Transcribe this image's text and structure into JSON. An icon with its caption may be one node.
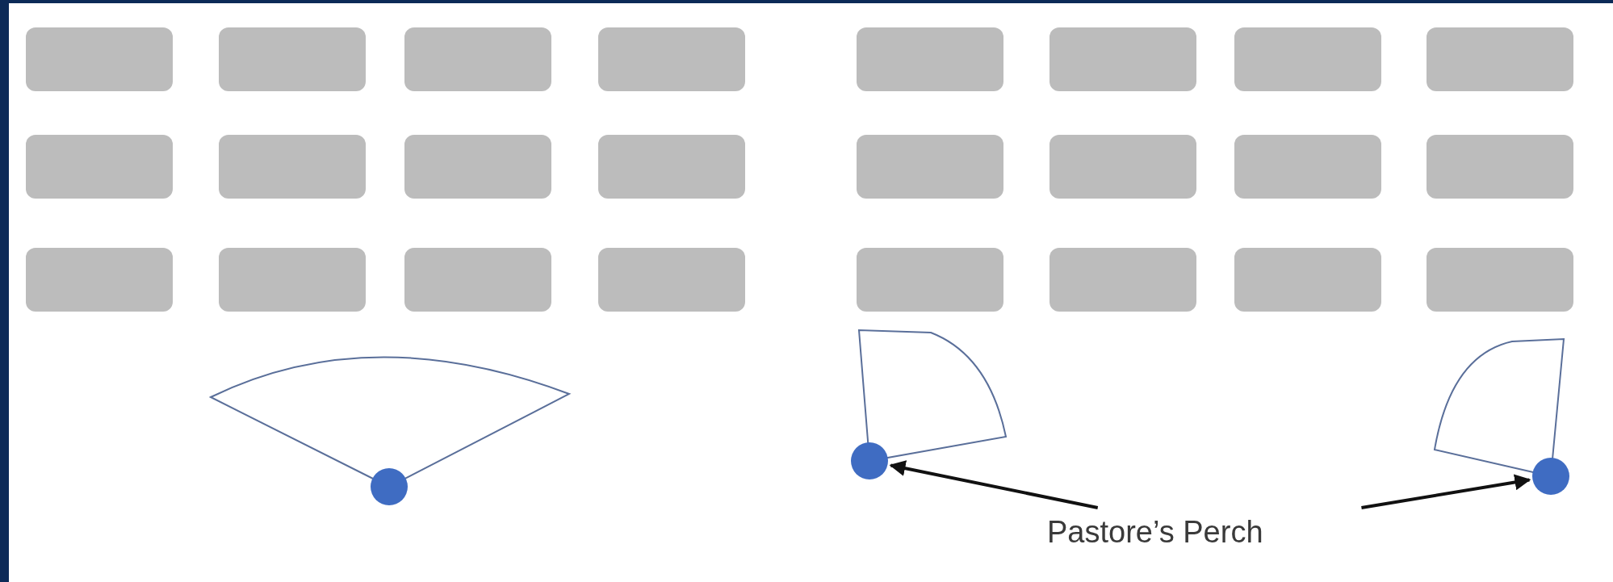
{
  "diagram": {
    "nodes": [
      {
        "text": [],
        "shape": "box"
      },
      {
        "text": [],
        "shape": "box"
      },
      {
        "text": [],
        "shape": "box"
      },
      {
        "text": [],
        "shape": "box"
      },
      {
        "text": [],
        "shape": "box"
      },
      {
        "text": [],
        "shape": "box"
      },
      {
        "text": [],
        "shape": "box"
      },
      {
        "text": [],
        "shape": "box"
      },
      {
        "text": [],
        "shape": "box"
      },
      {
        "text": [],
        "shape": "box"
      },
      {
        "text": [],
        "shape": "box"
      },
      {
        "text": [],
        "shape": "box"
      },
      {
        "text": [],
        "shape": "box"
      },
      {
        "text": [],
        "shape": "box"
      },
      {
        "text": [],
        "shape": "box"
      },
      {
        "text": [],
        "shape": "box"
      },
      {
        "text": [],
        "shape": "box"
      },
      {
        "text": [],
        "shape": "box"
      },
      {
        "text": [],
        "shape": "box"
      },
      {
        "text": [],
        "shape": "box"
      },
      {
        "text": [],
        "shape": "box"
      },
      {
        "text": [],
        "shape": "box"
      },
      {
        "text": [],
        "shape": "box"
      },
      {
        "text": [],
        "shape": "box"
      },
      {
        "text": [],
        "shape": "sector"
      },
      {
        "text": [],
        "shape": "sector"
      },
      {
        "text": [],
        "shape": "sector"
      },
      {
        "text": [],
        "shape": "circle"
      },
      {
        "text": [],
        "shape": "circle"
      },
      {
        "text": [],
        "shape": "circle"
      },
      {
        "text": [
          "Pastore’s Perch"
        ]
      }
    ],
    "edges": [
      {
        "from": 30,
        "to": 28,
        "arrow": "to"
      },
      {
        "from": 30,
        "to": 29,
        "arrow": "to"
      }
    ]
  }
}
